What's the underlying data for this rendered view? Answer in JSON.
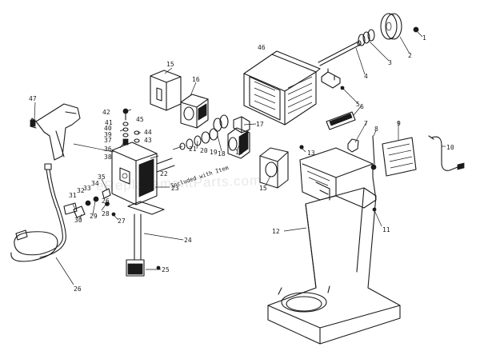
{
  "watermark": "eReplacementParts.com",
  "note": "Included with Item",
  "callouts": [
    "1",
    "2",
    "3",
    "4",
    "5",
    "6",
    "7",
    "8",
    "9",
    "10",
    "11",
    "12",
    "13",
    "14",
    "15",
    "16",
    "17",
    "18",
    "19",
    "20",
    "21",
    "22",
    "23",
    "24",
    "25",
    "26",
    "27",
    "28",
    "29",
    "30",
    "31",
    "32",
    "33",
    "34",
    "35",
    "36",
    "37",
    "38",
    "39",
    "40",
    "41",
    "42",
    "43",
    "44",
    "45",
    "46",
    "47"
  ]
}
